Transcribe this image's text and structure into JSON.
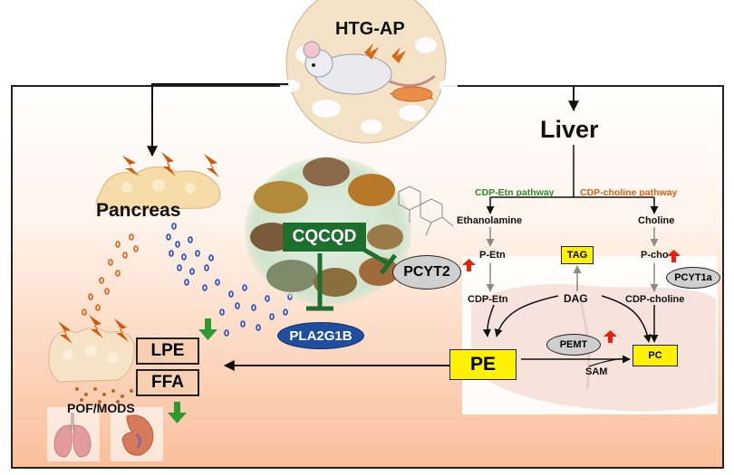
{
  "title": "HTG-AP",
  "organs": {
    "liver": "Liver",
    "pancreas": "Pancreas",
    "outcome": "POF/MODS"
  },
  "drug": "CQCQD",
  "pathways": {
    "etn": "CDP-Etn pathway",
    "choline": "CDP-choline pathway"
  },
  "metabolites": {
    "ethanolamine": "Ethanolamine",
    "p_etn": "P-Etn",
    "cdp_etn": "CDP-Etn",
    "choline": "Choline",
    "p_cho": "P-cho",
    "cdp_choline": "CDP-choline",
    "dag": "DAG",
    "tag": "TAG",
    "pe": "PE",
    "pc": "PC",
    "sam": "SAM",
    "lpe": "LPE",
    "ffa": "FFA"
  },
  "enzymes": {
    "pcyt2": "PCYT2",
    "pcyt1a": "PCYT1a",
    "pemt": "PEMT",
    "pla2g1b": "PLA2G1B"
  },
  "colors": {
    "up_arrow": "#e8200c",
    "down_arrow": "#2e9a2e",
    "cqcqd_fill": "#1e6e2e",
    "inhibit": "#1e6e2e",
    "pla2g1b_fill": "#1f4e9e",
    "highlight": "#fff200",
    "etn_text": "#2a8a2a",
    "choline_text": "#d0631a"
  }
}
